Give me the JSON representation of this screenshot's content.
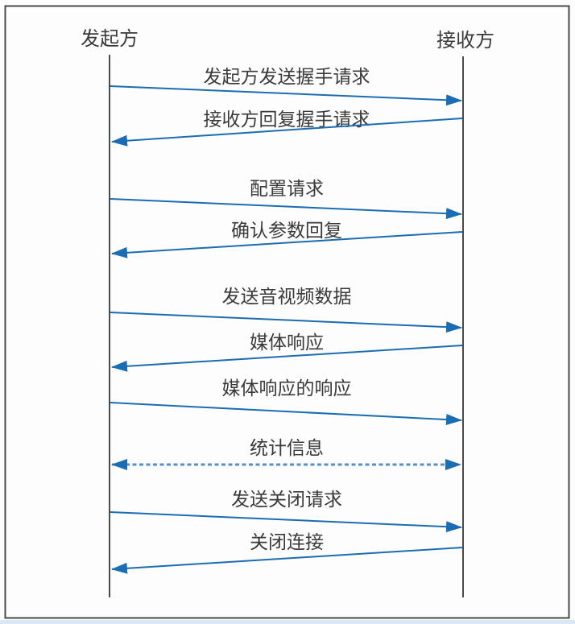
{
  "participants": [
    {
      "label": "发起方"
    },
    {
      "label": "接收方"
    }
  ],
  "messages": [
    {
      "label": "发起方发送握手请求",
      "from": "发起方",
      "to": "接收方",
      "line": "solid",
      "direction": "right"
    },
    {
      "label": "接收方回复握手请求",
      "from": "接收方",
      "to": "发起方",
      "line": "solid",
      "direction": "left"
    },
    {
      "label": "配置请求",
      "from": "发起方",
      "to": "接收方",
      "line": "solid",
      "direction": "right"
    },
    {
      "label": "确认参数回复",
      "from": "接收方",
      "to": "发起方",
      "line": "solid",
      "direction": "left"
    },
    {
      "label": "发送音视频数据",
      "from": "发起方",
      "to": "接收方",
      "line": "solid",
      "direction": "right"
    },
    {
      "label": "媒体响应",
      "from": "接收方",
      "to": "发起方",
      "line": "solid",
      "direction": "left"
    },
    {
      "label": "媒体响应的响应",
      "from": "发起方",
      "to": "接收方",
      "line": "solid",
      "direction": "right"
    },
    {
      "label": "统计信息",
      "from": "发起方",
      "to": "接收方",
      "line": "dashed",
      "direction": "both"
    },
    {
      "label": "发送关闭请求",
      "from": "发起方",
      "to": "接收方",
      "line": "solid",
      "direction": "right"
    },
    {
      "label": "关闭连接",
      "from": "接收方",
      "to": "发起方",
      "line": "solid",
      "direction": "left"
    }
  ],
  "colors": {
    "arrow": "#1b6db3",
    "dashed_line": "#5390cd",
    "lifeline": "#4a4a4a",
    "border": "#4a4a4a",
    "text": "#3a3a3a",
    "footer_strip": "#dbe7f5"
  }
}
